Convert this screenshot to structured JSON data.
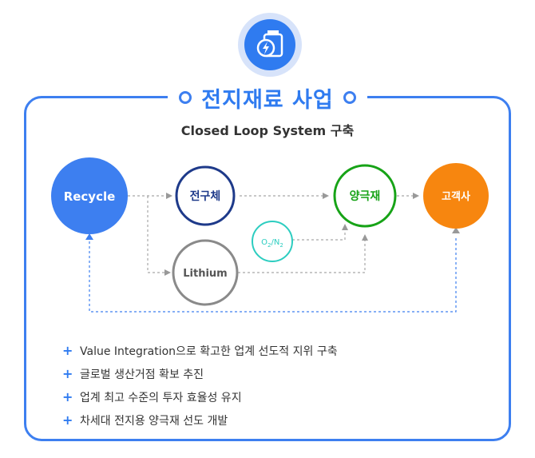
{
  "header": {
    "icon": "battery-charge-icon",
    "title": "전지재료 사업",
    "subtitle": "Closed Loop System 구축"
  },
  "colors": {
    "accent": "#2f7bf0",
    "orange": "#f7860f",
    "navy": "#1e3a8a",
    "green": "#17a317",
    "teal": "#2ccdc0",
    "gray": "#8a8a8a"
  },
  "nodes": {
    "recycle": "Recycle",
    "precursor": "전구체",
    "lithium": "Lithium",
    "o2n2": {
      "o": "O",
      "o_sub": "2",
      "slash": "/N",
      "n_sub": "2"
    },
    "cathode": "양극재",
    "customer": "고객사"
  },
  "bullets": [
    "Value Integration으로 확고한 업계 선도적 지위 구축",
    "글로벌 생산거점 확보 추진",
    "업계 최고 수준의 투자 효율성 유지",
    "차세대 전지용 양극재 선도 개발"
  ],
  "bullet_marker": "+"
}
